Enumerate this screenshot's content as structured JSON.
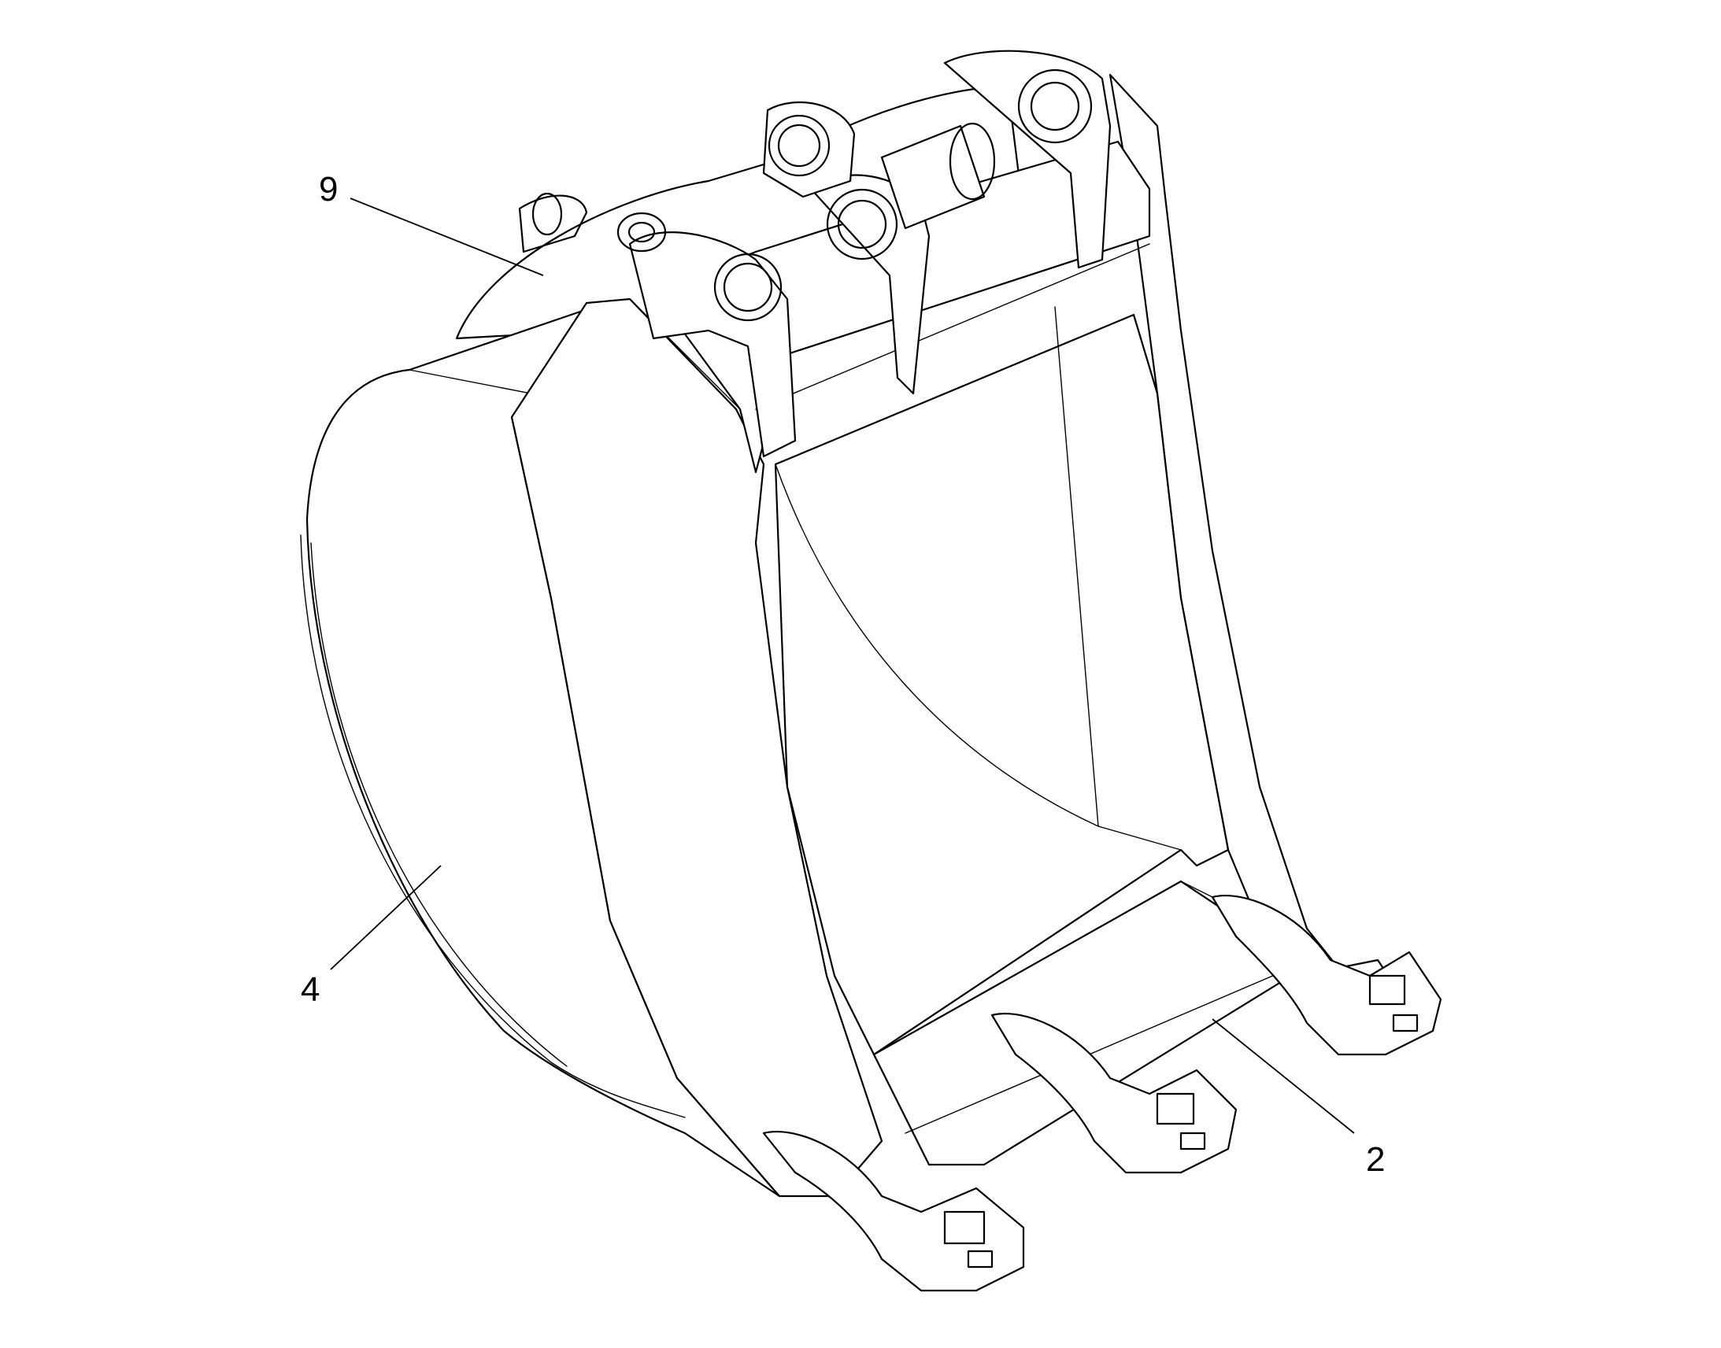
{
  "diagram": {
    "background": "#ffffff",
    "stroke": "#000000",
    "callouts": [
      {
        "id": "9",
        "label": "9"
      },
      {
        "id": "4",
        "label": "4"
      },
      {
        "id": "2",
        "label": "2"
      }
    ]
  }
}
